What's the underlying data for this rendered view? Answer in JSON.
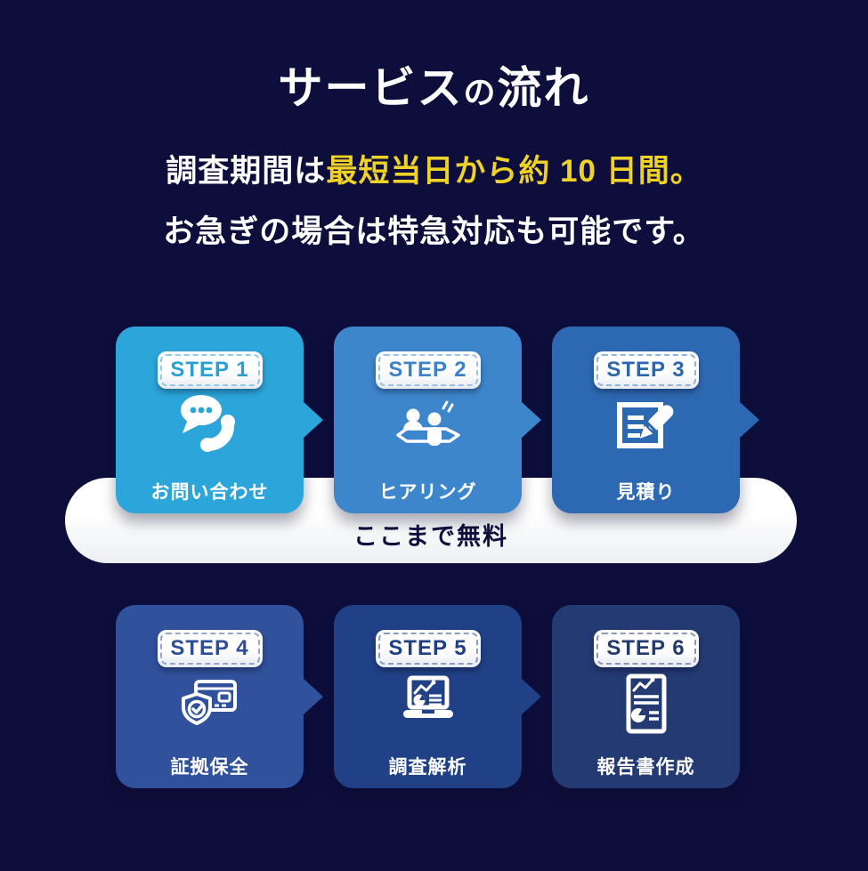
{
  "page": {
    "background": "#0e0e3c"
  },
  "header": {
    "title": {
      "part1": "サービス",
      "particle": "の",
      "part2": "流れ"
    },
    "line1_white": "調査期間は",
    "line1_yellow": "最短当日から約 10 日間。",
    "line2": "お急ぎの場合は特急対応も可能です。",
    "highlight_color": "#eed227",
    "text_color": "#ffffff"
  },
  "free_banner": {
    "label": "ここまで無料",
    "background": "#ffffff",
    "text_color": "#10103c"
  },
  "steps": [
    {
      "badge": "STEP 1",
      "label": "お問い合わせ",
      "icon": "chat-phone-icon",
      "color": "#2ca6da",
      "badge_text_color": "#2a9fd4",
      "dash_color": "#8fccea",
      "has_arrow": true
    },
    {
      "badge": "STEP 2",
      "label": "ヒアリング",
      "icon": "hearing-icon",
      "color": "#3e86cb",
      "badge_text_color": "#3b82c7",
      "dash_color": "#9dc1e7",
      "has_arrow": true
    },
    {
      "badge": "STEP 3",
      "label": "見積り",
      "icon": "estimate-icon",
      "color": "#2d69b3",
      "badge_text_color": "#2c66ae",
      "dash_color": "#93b3dd",
      "has_arrow": true
    },
    {
      "badge": "STEP 4",
      "label": "証拠保全",
      "icon": "evidence-icon",
      "color": "#30519c",
      "badge_text_color": "#2e4e97",
      "dash_color": "#94a5d1",
      "has_arrow": true
    },
    {
      "badge": "STEP 5",
      "label": "調査解析",
      "icon": "analysis-icon",
      "color": "#204186",
      "badge_text_color": "#1f3f82",
      "dash_color": "#8a9bc7",
      "has_arrow": true
    },
    {
      "badge": "STEP 6",
      "label": "報告書作成",
      "icon": "report-icon",
      "color": "#243a72",
      "badge_text_color": "#233a70",
      "dash_color": "#8d97be",
      "has_arrow": false
    }
  ]
}
